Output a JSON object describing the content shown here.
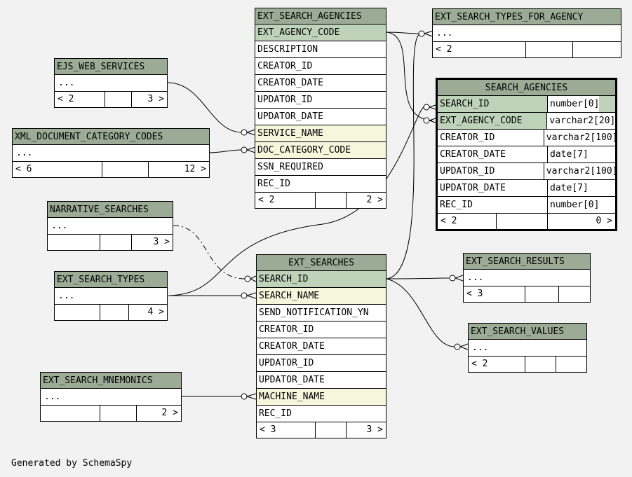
{
  "tables": {
    "ext_search_agencies": {
      "name": "EXT_SEARCH_AGENCIES",
      "columns": [
        "EXT_AGENCY_CODE",
        "DESCRIPTION",
        "CREATOR_ID",
        "CREATOR_DATE",
        "UPDATOR_ID",
        "UPDATOR_DATE",
        "SERVICE_NAME",
        "DOC_CATEGORY_CODE",
        "SSN_REQUIRED",
        "REC_ID"
      ],
      "footer": [
        "< 2",
        "",
        "2 >"
      ]
    },
    "ext_search_types_for_agency": {
      "name": "EXT_SEARCH_TYPES_FOR_AGENCY",
      "body": "...",
      "footer": [
        "< 2",
        "",
        ""
      ]
    },
    "ejs_web_services": {
      "name": "EJS_WEB_SERVICES",
      "body": "...",
      "footer": [
        "< 2",
        "",
        "3 >"
      ]
    },
    "xml_document_category_codes": {
      "name": "XML_DOCUMENT_CATEGORY_CODES",
      "body": "...",
      "footer": [
        "< 6",
        "",
        "12 >"
      ]
    },
    "search_agencies": {
      "name": "SEARCH_AGENCIES",
      "columns": [
        {
          "name": "SEARCH_ID",
          "type": "number[0]"
        },
        {
          "name": "EXT_AGENCY_CODE",
          "type": "varchar2[20]"
        },
        {
          "name": "CREATOR_ID",
          "type": "varchar2[100]"
        },
        {
          "name": "CREATOR_DATE",
          "type": "date[7]"
        },
        {
          "name": "UPDATOR_ID",
          "type": "varchar2[100]"
        },
        {
          "name": "UPDATOR_DATE",
          "type": "date[7]"
        },
        {
          "name": "REC_ID",
          "type": "number[0]"
        }
      ],
      "footer": [
        "< 2",
        "",
        "0 >"
      ]
    },
    "narrative_searches": {
      "name": "NARRATIVE_SEARCHES",
      "body": "...",
      "footer": [
        "",
        "",
        "3 >"
      ]
    },
    "ext_search_types": {
      "name": "EXT_SEARCH_TYPES",
      "body": "...",
      "footer": [
        "",
        "",
        "4 >"
      ]
    },
    "ext_searches": {
      "name": "EXT_SEARCHES",
      "columns": [
        "SEARCH_ID",
        "SEARCH_NAME",
        "SEND_NOTIFICATION_YN",
        "CREATOR_ID",
        "CREATOR_DATE",
        "UPDATOR_ID",
        "UPDATOR_DATE",
        "MACHINE_NAME",
        "REC_ID"
      ],
      "footer": [
        "< 3",
        "",
        "3 >"
      ]
    },
    "ext_search_results": {
      "name": "EXT_SEARCH_RESULTS",
      "body": "...",
      "footer": [
        "< 3",
        "",
        ""
      ]
    },
    "ext_search_values": {
      "name": "EXT_SEARCH_VALUES",
      "body": "...",
      "footer": [
        "< 2",
        "",
        ""
      ]
    },
    "ext_search_mnemonics": {
      "name": "EXT_SEARCH_MNEMONICS",
      "body": "...",
      "footer": [
        "",
        "",
        "2 >"
      ]
    }
  },
  "footer_text": "Generated by SchemaSpy",
  "colors": {
    "background": "#f2f2f2",
    "header": "#9bab96",
    "primary_key": "#bfd3bb",
    "foreign_key": "#f4f7dc"
  }
}
